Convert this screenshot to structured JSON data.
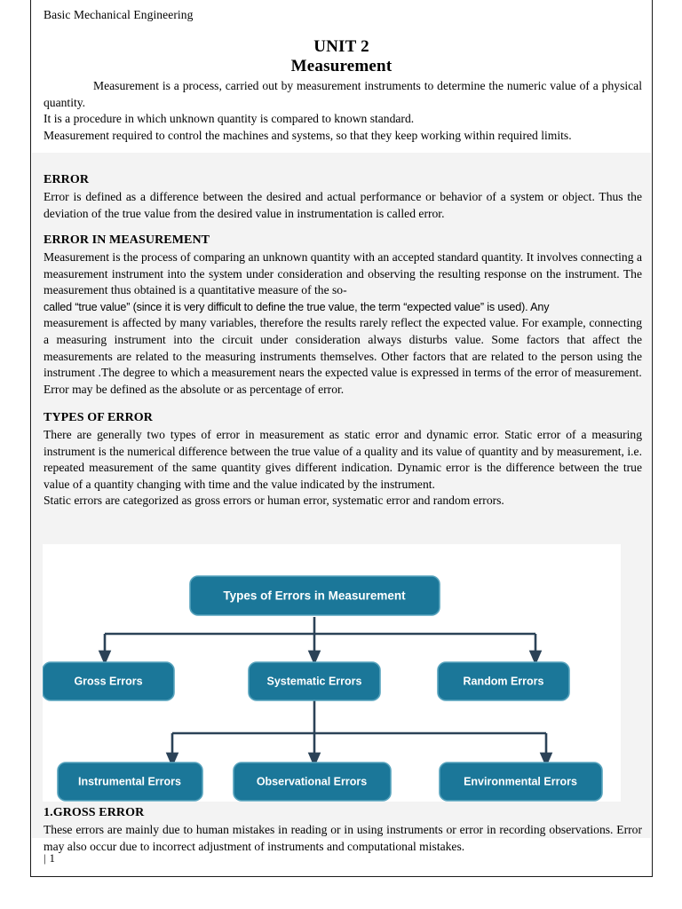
{
  "document": {
    "running_header": "Basic Mechanical Engineering",
    "unit_title": "UNIT 2",
    "unit_subtitle": "Measurement",
    "footer": "| 1"
  },
  "intro": {
    "para1": "Measurement is a process, carried out by measurement instruments to determine the numeric value of a physical quantity.",
    "para2": "It is a procedure in which unknown quantity is compared to known standard.",
    "para3": "Measurement required to control the machines and systems, so that they keep working within required limits."
  },
  "sections": {
    "error": {
      "heading": "ERROR",
      "body": "Error is defined as a difference between the desired and actual performance or behavior of a system or object. Thus the deviation of the true value from the desired value in instrumentation is called error."
    },
    "error_in_measurement": {
      "heading": "ERROR IN MEASUREMENT",
      "body_part1": "Measurement is the process of comparing an unknown quantity with an accepted standard quantity. It involves connecting a measurement instrument into the system under consideration and observing the resulting response on the instrument. The measurement thus obtained is a quantitative measure of the so-",
      "body_part2": "called “true value” (since it is very difficult to define the true value, the term “expected value” is used). Any",
      "body_part3": "measurement is affected by many variables, therefore the results rarely reflect the expected value. For example, connecting a measuring instrument into the circuit under consideration always disturbs value. Some factors that affect the measurements are related to the measuring instruments themselves. Other factors that are related to the person using the instrument .The degree to which a measurement nears the expected value is expressed in terms of the error of measurement.",
      "body_part4": "Error may be defined as the absolute or as percentage of error."
    },
    "types_of_error": {
      "heading": "TYPES OF ERROR",
      "body_part1": "There are generally two types of error in measurement as static error and dynamic error. Static error of a measuring instrument is the numerical difference between the true value of a quality and its value of quantity and by measurement, i.e. repeated measurement of the same quantity gives different indication. Dynamic error is the difference between the true value of a quantity changing with time and the value indicated by the instrument.",
      "body_part2": "Static errors are categorized as gross errors or human error, systematic error and random errors."
    },
    "gross_error": {
      "heading": "1.GROSS ERROR",
      "body": "These errors are mainly due to human mistakes in reading or in using instruments or error in recording observations. Error may also occur due to incorrect adjustment of instruments and computational mistakes."
    }
  },
  "diagram": {
    "type": "hierarchy-flowchart",
    "node_fill": "#1b7799",
    "node_stroke": "#4a9cb8",
    "node_text_color": "#ffffff",
    "connector_color": "#2b4257",
    "background": "#ffffff",
    "root": {
      "label": "Types of Errors in Measurement"
    },
    "level2": [
      {
        "label": "Gross Errors"
      },
      {
        "label": "Systematic Errors"
      },
      {
        "label": "Random Errors"
      }
    ],
    "level3_parent": "Systematic Errors",
    "level3": [
      {
        "label": "Instrumental Errors"
      },
      {
        "label": "Observational Errors"
      },
      {
        "label": "Environmental Errors"
      }
    ]
  }
}
